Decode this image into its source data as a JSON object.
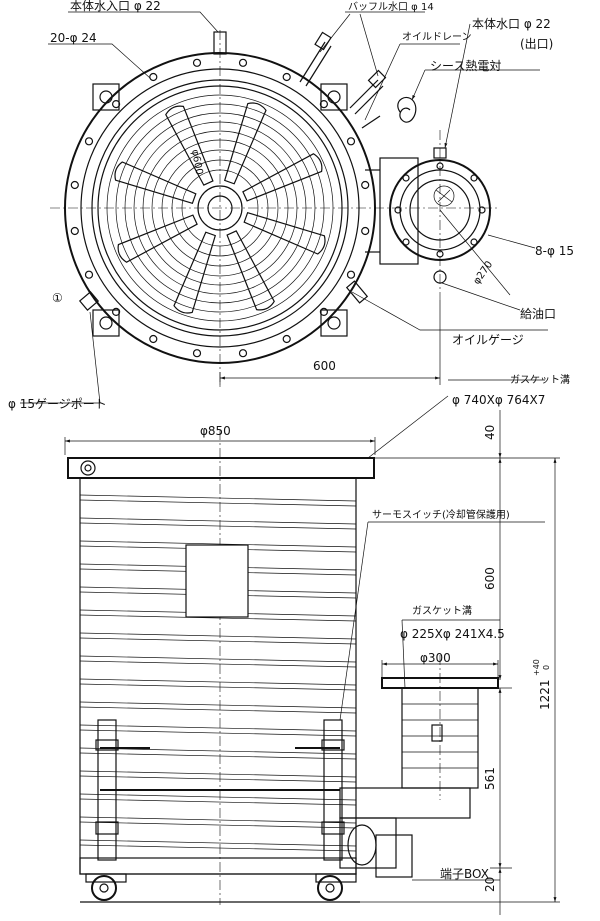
{
  "top_view": {
    "inlet": "本体水入口 φ 22",
    "bolt_holes": "20-φ 24",
    "baffle_water": "バッフル水口 φ 14",
    "oil_drain": "オイルドレーン",
    "outlet": "本体水口 φ 22",
    "outlet_sub": "(出口)",
    "thermocouple": "シース熱電対",
    "flange_holes": "8-φ 15",
    "phi_600": "φ600",
    "phi_270": "φ270",
    "oil_supply": "給油口",
    "oil_gauge": "オイルゲージ",
    "gauge_port": "φ 15ゲージポート",
    "dim_600": "600",
    "item_no": "①"
  },
  "side_view": {
    "gasket_groove": "ガスケット溝",
    "gasket_spec": "φ 740Xφ 764X7",
    "dia_850": "φ850",
    "thermo_switch": "サーモスイッチ(冷却管保護用)",
    "gasket_groove2": "ガスケット溝",
    "gasket_spec2": "φ 225Xφ 241X4.5",
    "dia_300": "φ300",
    "terminal_box": "端子BOX",
    "dim_40": "40",
    "dim_600": "600",
    "dim_561": "561",
    "dim_20": "20",
    "dim_1221": "1221",
    "tol_plus": "+40",
    "tol_zero": "0"
  }
}
